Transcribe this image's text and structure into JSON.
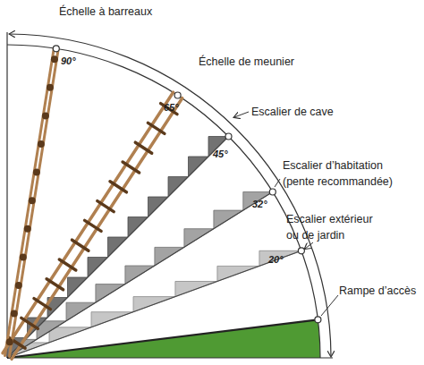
{
  "diagram": {
    "labels": [
      "Échelle à barreaux",
      "90°",
      "Échelle de meunier",
      "65°",
      "Escalier de cave",
      "45°",
      "Escalier d’habitation (pente recommandée)",
      "32°",
      "Escalier extérieur ou de jardin",
      "20°",
      "Rampe d’accès"
    ]
  }
}
